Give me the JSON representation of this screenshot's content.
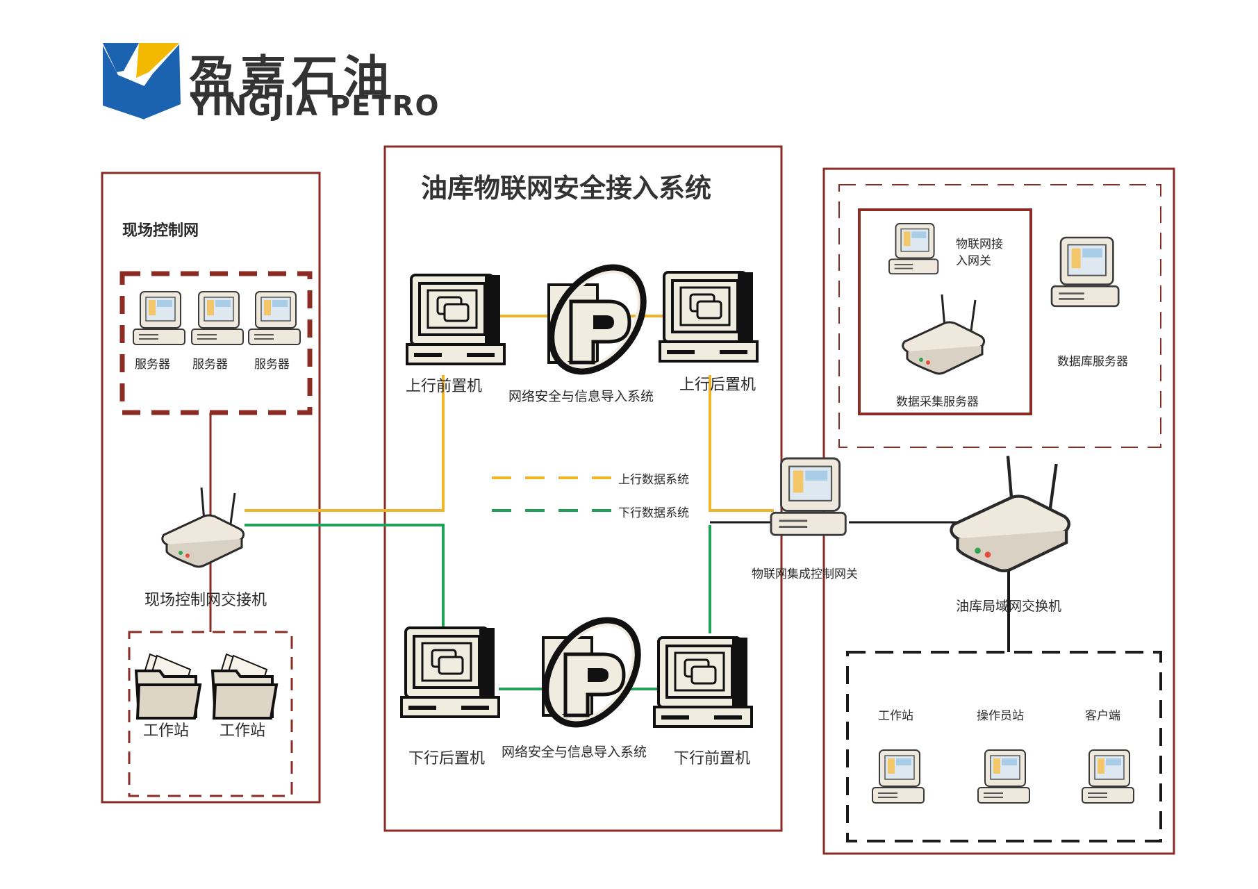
{
  "brand": {
    "name_cn": "盈嘉石油",
    "name_en": "YINGJIA PETRO",
    "colors": {
      "logo_blue": "#1b63b0",
      "logo_yellow": "#f3b800"
    }
  },
  "colors": {
    "frame": "#8b2b24",
    "uplink": "#f0b429",
    "downlink": "#1fa15a",
    "link_black": "#1a1a1a"
  },
  "sections": {
    "left_title": "现场控制网",
    "center_title": "油库物联网安全接入系统"
  },
  "nodes": {
    "server": "服务器",
    "field_switch": "现场控制网交接机",
    "workstation_folder": "工作站",
    "up_front": "上行前置机",
    "up_back": "上行后置机",
    "down_back": "下行后置机",
    "down_front": "下行前置机",
    "security_system": "网络安全与信息导入系统",
    "iot_gateway_integrated": "物联网集成控制网关",
    "iot_access_gateway": "物联网接入网关",
    "data_collect_server": "数据采集服务器",
    "db_server": "数据库服务器",
    "lan_switch": "油库局域网交换机",
    "workstation": "工作站",
    "operator_station": "操作员站",
    "client": "客户端"
  },
  "legend": {
    "uplink": "上行数据系统",
    "downlink": "下行数据系统"
  }
}
